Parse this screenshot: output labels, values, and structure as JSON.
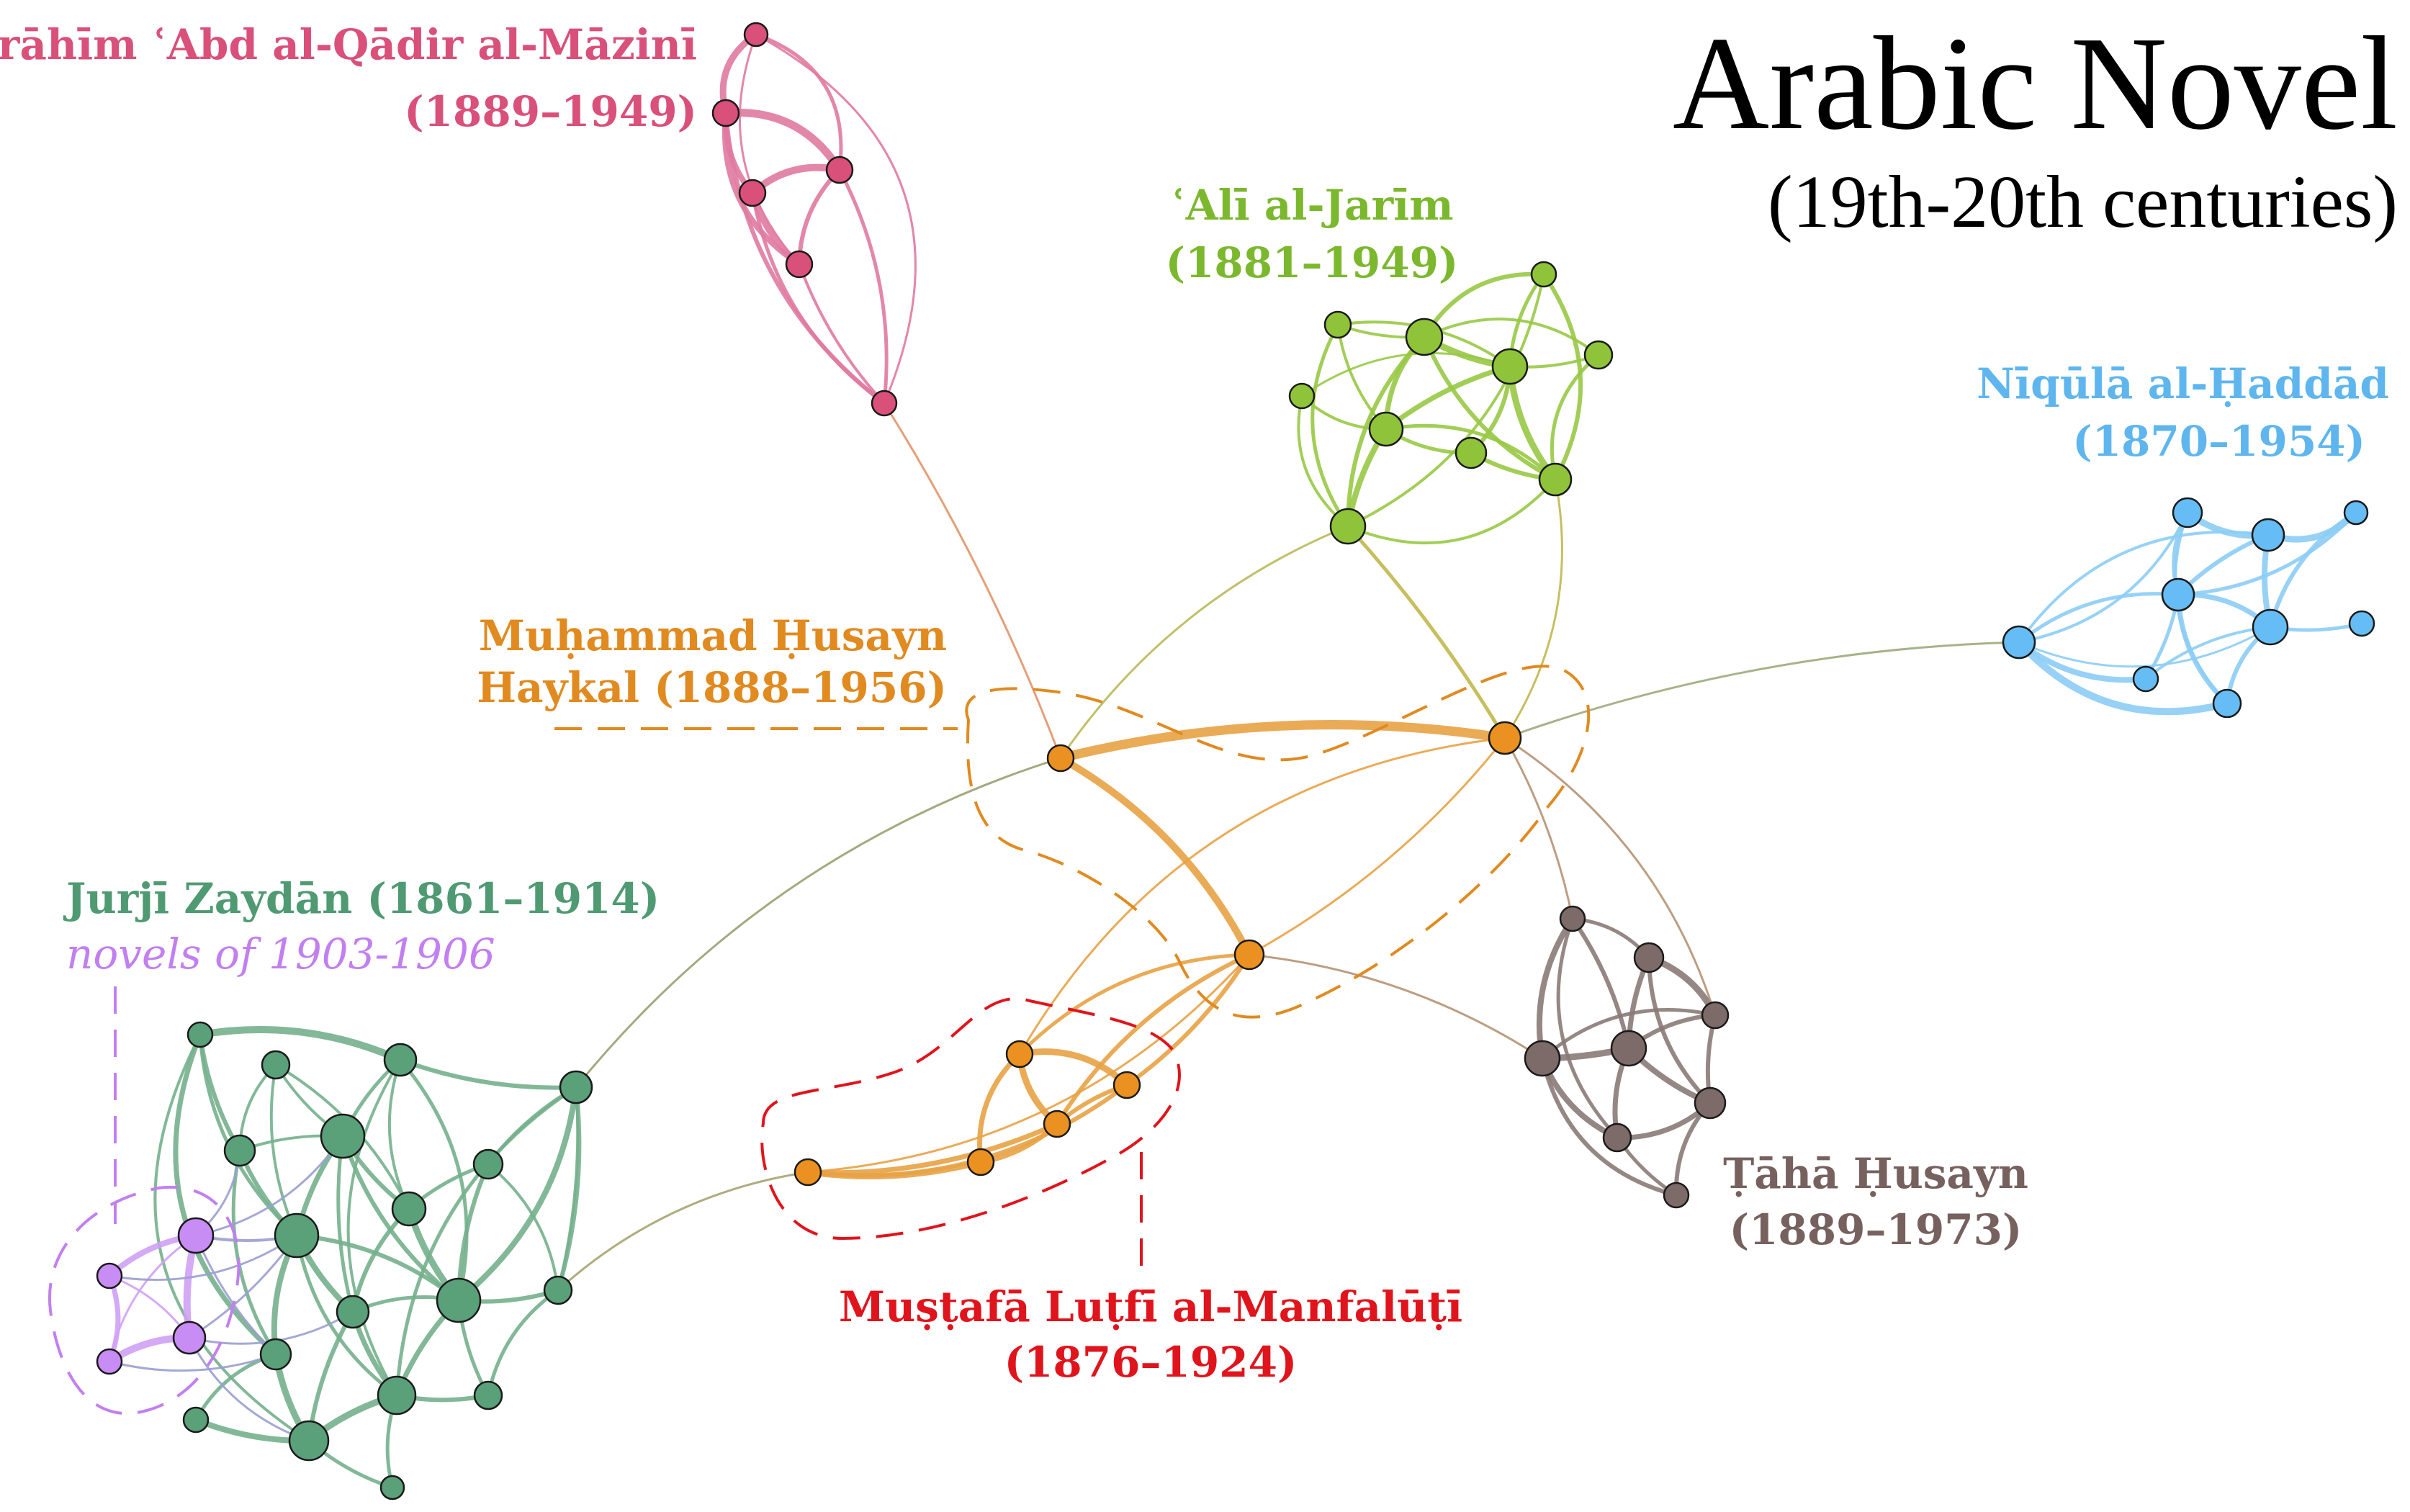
{
  "title": {
    "line1": "Arabic Novel",
    "line2": "(19th-20th centuries)"
  },
  "authors": {
    "mazini": {
      "name": "Ibrāhīm ʿAbd al-Qādir al-Māzinī",
      "dates": "(1889–1949)",
      "color": "#d9507a"
    },
    "jarim": {
      "name": "ʿAlī al-Jarīm",
      "dates": "(1881–1949)",
      "color": "#7cb82e"
    },
    "haddad": {
      "name": "Nīqūlā al-Ḥaddād",
      "dates": "(1870–1954)",
      "color": "#5fb6ee"
    },
    "haykal": {
      "name": "Muḥammad Ḥusayn",
      "dates": "Haykal (1888–1956)",
      "color": "#e08a20"
    },
    "zaydan": {
      "name": "Jurjī Zaydān (1861–1914)",
      "dates": "novels of 1903-1906",
      "color": "#4f9a72",
      "subcolor": "#c27ff0"
    },
    "manfaluti": {
      "name": "Muṣṭafā Luṭfī al-Manfalūṭī",
      "dates": "(1876–1924)",
      "color": "#e0141c"
    },
    "husayn": {
      "name": "Ṭāhā Ḥusayn",
      "dates": "(1889–1973)",
      "color": "#76615e"
    }
  },
  "node_colors": {
    "mazini": "#d9507a",
    "jarim": "#8fc43a",
    "haddad": "#66bdf5",
    "hub": "#eb9121",
    "zaydan": "#5aa079",
    "zaydan_sub": "#c88cf5",
    "husayn": "#7d6b69"
  },
  "edge_colors": {
    "mazini": "#e07aa0",
    "jarim": "#98c945",
    "haddad": "#8ccdf5",
    "hub": "#e8a245",
    "zaydan": "#74b08c",
    "zaydan_sub": "#cfa0f5",
    "husayn": "#8a7a77",
    "bridge": "#9cab7c"
  }
}
